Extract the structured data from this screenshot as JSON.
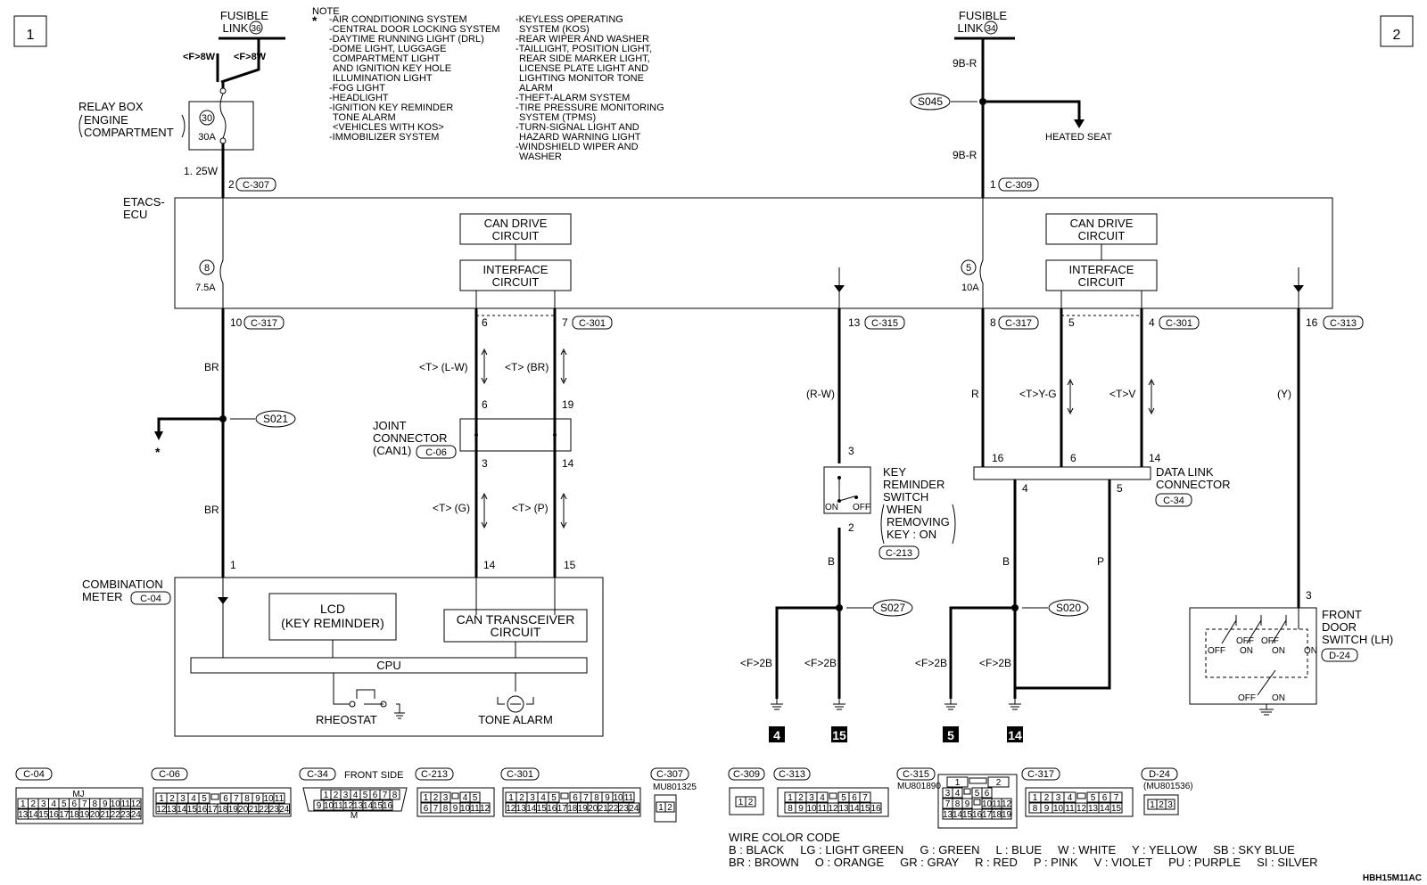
{
  "sections": {
    "left": "1",
    "right": "2"
  },
  "fusible": {
    "left": {
      "label1": "FUSIBLE",
      "label2": "LINK",
      "num": "36",
      "wireA": "<F>8W",
      "wireB": "<F>8W"
    },
    "right": {
      "label1": "FUSIBLE",
      "label2": "LINK",
      "num": "34",
      "wire1": "9B-R",
      "wire2": "9B-R"
    }
  },
  "note": {
    "title": "NOTE",
    "star": "*",
    "col1": [
      "-AIR CONDITIONING SYSTEM",
      "-CENTRAL DOOR LOCKING SYSTEM",
      "-DAYTIME RUNNING LIGHT (DRL)",
      "-DOME LIGHT, LUGGAGE",
      "COMPARTMENT LIGHT",
      "AND IGNITION KEY HOLE",
      "ILLUMINATION LIGHT",
      "-FOG LIGHT",
      "-HEADLIGHT",
      "-IGNITION KEY REMINDER",
      "TONE ALARM",
      "<VEHICLES WITH KOS>",
      "-IMMOBILIZER SYSTEM"
    ],
    "col2": [
      "-KEYLESS OPERATING",
      "SYSTEM (KOS)",
      "-REAR WIPER AND WASHER",
      "-TAILLIGHT, POSITION LIGHT,",
      "REAR SIDE MARKER LIGHT,",
      "LICENSE PLATE LIGHT AND",
      "LIGHTING MONITOR TONE",
      "ALARM",
      "-THEFT-ALARM SYSTEM",
      "-TIRE PRESSURE MONITORING",
      "SYSTEM (TPMS)",
      "-TURN-SIGNAL LIGHT AND",
      "HAZARD WARNING LIGHT",
      "-WINDSHIELD WIPER AND",
      "WASHER"
    ]
  },
  "relay_box": {
    "line1": "RELAY BOX",
    "line2": "ENGINE",
    "line3": "COMPARTMENT",
    "fuse_num": "30",
    "fuse_amp": "30A"
  },
  "wire_125w": "1. 25W",
  "etacs": {
    "line1": "ETACS-",
    "line2": "ECU",
    "fuse8_num": "8",
    "fuse8_amp": "7.5A",
    "fuse5_num": "5",
    "fuse5_amp": "10A",
    "can_drive": [
      "CAN DRIVE",
      "CIRCUIT"
    ],
    "interface": [
      "INTERFACE",
      "CIRCUIT"
    ]
  },
  "pins": {
    "p2": "2",
    "c307": "C-307",
    "p1": "1",
    "c309": "C-309",
    "p10": "10",
    "c317a": "C-317",
    "p6": "6",
    "p7": "7",
    "c301a": "C-301",
    "p13": "13",
    "c315": "C-315",
    "p8": "8",
    "c317b": "C-317",
    "p5": "5",
    "p4": "4",
    "c301b": "C-301",
    "p16": "16",
    "c313": "C-313"
  },
  "wires": {
    "br1": "BR",
    "br2": "BR",
    "tlw": "<T> (L-W)",
    "tbr": "<T> (BR)",
    "tg": "<T> (G)",
    "tp": "<T> (P)",
    "rw": "(R-W)",
    "b1": "B",
    "r": "R",
    "tyg": "<T>Y-G",
    "tv": "<T>V",
    "y": "(Y)",
    "b2": "B",
    "p": "P",
    "f2b_1": "<F>2B",
    "f2b_2": "<F>2B",
    "f2b_3": "<F>2B",
    "f2b_4": "<F>2B"
  },
  "splices": {
    "s021": "S021",
    "s045": "S045",
    "s027": "S027",
    "s020": "S020"
  },
  "heated_seat": "HEATED SEAT",
  "joint": {
    "line1": "JOINT",
    "line2": "CONNECTOR",
    "line3": "(CAN1)",
    "conn": "C-06",
    "pin6": "6",
    "pin19": "19",
    "pin3": "3",
    "pin14": "14"
  },
  "combination_meter": {
    "line1": "COMBINATION",
    "line2": "METER",
    "conn": "C-04",
    "pin1": "1",
    "pin14": "14",
    "pin15": "15",
    "lcd": [
      "LCD",
      "(KEY REMINDER)"
    ],
    "can_trans": [
      "CAN TRANSCEIVER",
      "CIRCUIT"
    ],
    "cpu": "CPU",
    "rheostat": "RHEOSTAT",
    "tone_alarm": "TONE ALARM"
  },
  "key_switch": {
    "lines": [
      "KEY",
      "REMINDER",
      "SWITCH",
      "WHEN",
      "REMOVING",
      "KEY : ON"
    ],
    "conn": "C-213",
    "pin3": "3",
    "pin2": "2",
    "on": "ON",
    "off": "OFF"
  },
  "data_link": {
    "line1": "DATA LINK",
    "line2": "CONNECTOR",
    "conn": "C-34",
    "pin16": "16",
    "pin6": "6",
    "pin14": "14",
    "pin4": "4",
    "pin5": "5"
  },
  "door_switch": {
    "line1": "FRONT",
    "line2": "DOOR",
    "line3": "SWITCH (LH)",
    "conn": "D-24",
    "pin3": "3",
    "off": "OFF",
    "on": "ON"
  },
  "grounds": [
    "4",
    "15",
    "5",
    "14"
  ],
  "connectors": {
    "c04": {
      "label": "C-04",
      "tag": "MJ",
      "row1": [
        "1",
        "2",
        "3",
        "4",
        "5",
        "6",
        "7",
        "8",
        "9",
        "10",
        "11",
        "12"
      ],
      "row2": [
        "13",
        "14",
        "15",
        "16",
        "17",
        "18",
        "19",
        "20",
        "21",
        "22",
        "23",
        "24"
      ]
    },
    "c06": {
      "label": "C-06",
      "row1": [
        "1",
        "2",
        "3",
        "4",
        "5",
        "",
        "6",
        "7",
        "8",
        "9",
        "10",
        "11"
      ],
      "row2": [
        "12",
        "13",
        "14",
        "15",
        "16",
        "17",
        "18",
        "19",
        "20",
        "21",
        "22",
        "23",
        "24"
      ]
    },
    "c34": {
      "label": "C-34",
      "note": "FRONT SIDE",
      "tag": "M",
      "row1": [
        "1",
        "2",
        "3",
        "4",
        "5",
        "6",
        "7",
        "8"
      ],
      "row2": [
        "9",
        "10",
        "11",
        "12",
        "13",
        "14",
        "15",
        "16"
      ]
    },
    "c213": {
      "label": "C-213",
      "row1": [
        "1",
        "2",
        "3",
        "",
        "4",
        "5"
      ],
      "row2": [
        "6",
        "7",
        "8",
        "9",
        "10",
        "11",
        "12"
      ]
    },
    "c301": {
      "label": "C-301",
      "row1": [
        "1",
        "2",
        "3",
        "4",
        "5",
        "",
        "6",
        "7",
        "8",
        "9",
        "10",
        "11"
      ],
      "row2": [
        "12",
        "13",
        "14",
        "15",
        "16",
        "17",
        "18",
        "19",
        "20",
        "21",
        "22",
        "23",
        "24"
      ]
    },
    "c307": {
      "label": "C-307",
      "part": "MU801325",
      "row1": [
        "1",
        "2"
      ]
    },
    "c309": {
      "label": "C-309",
      "row1": [
        "1",
        "2"
      ]
    },
    "c313": {
      "label": "C-313",
      "row1": [
        "1",
        "2",
        "3",
        "4",
        "",
        "5",
        "6",
        "7"
      ],
      "row2": [
        "8",
        "9",
        "10",
        "11",
        "12",
        "13",
        "14",
        "15",
        "16"
      ]
    },
    "c315": {
      "label": "C-315",
      "part": "MU801890",
      "r1": [
        "1",
        "",
        "2"
      ],
      "r2": [
        "3",
        "4",
        "",
        "5",
        "6"
      ],
      "r3": [
        "7",
        "8",
        "9",
        "",
        "10",
        "11",
        "12"
      ],
      "r4": [
        "13",
        "14",
        "15",
        "16",
        "17",
        "18",
        "19"
      ]
    },
    "c317": {
      "label": "C-317",
      "row1": [
        "1",
        "2",
        "3",
        "4",
        "",
        "5",
        "6",
        "7"
      ],
      "row2": [
        "8",
        "9",
        "10",
        "11",
        "12",
        "13",
        "14",
        "15"
      ]
    },
    "d24": {
      "label": "D-24",
      "part": "(MU801536)",
      "row1": [
        "1",
        "2",
        "3"
      ]
    }
  },
  "wire_color_code": {
    "title": "WIRE COLOR CODE",
    "line1": "B : BLACK     LG : LIGHT GREEN     G : GREEN     L : BLUE     W : WHITE     Y : YELLOW     SB : SKY BLUE",
    "line2": "BR : BROWN     O : ORANGE     GR : GRAY     R : RED     P : PINK     V : VIOLET     PU : PURPLE     SI : SILVER"
  },
  "figure_code": "HBH15M11AC"
}
